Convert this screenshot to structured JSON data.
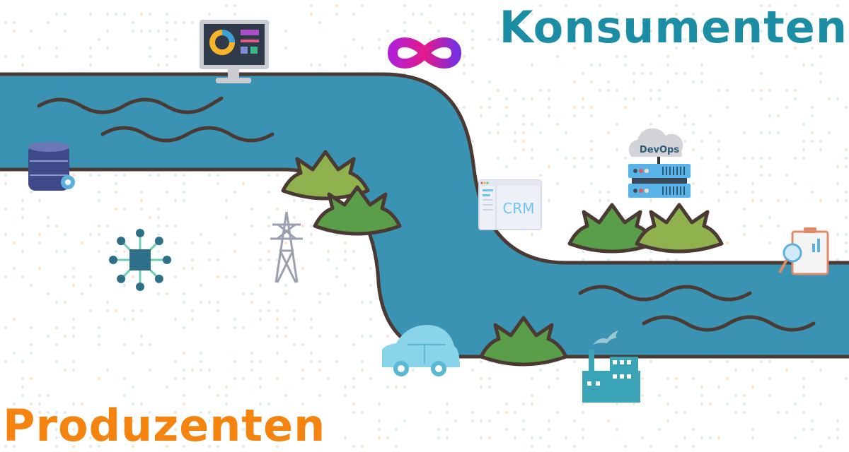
{
  "titles": {
    "consumers": "Konsumenten",
    "producers": "Produzenten"
  },
  "icons": {
    "devops_label": "DevOps",
    "crm_label": "CRM"
  },
  "colors": {
    "consumers": "#1b8ea6",
    "producers": "#f5830f",
    "river": "#3a93b3",
    "outline": "#4a3a33",
    "plant_dark": "#5a9e4a",
    "plant_light": "#8fb24e"
  }
}
